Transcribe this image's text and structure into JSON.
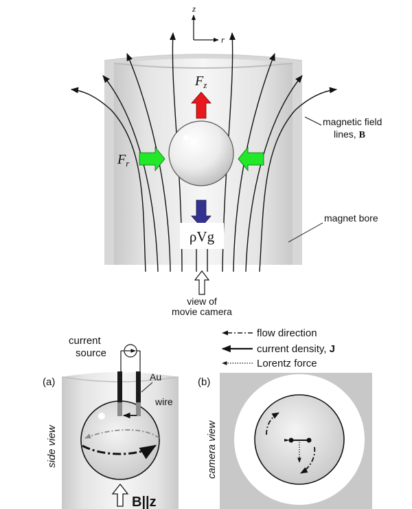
{
  "axes": {
    "z_label": "z",
    "r_label": "r"
  },
  "forces": {
    "fz_main": "F",
    "fz_sub": "z",
    "fr_main": "F",
    "fr_sub": "r",
    "gravity": "ρVg"
  },
  "labels": {
    "field_lines_1": "magnetic field",
    "field_lines_2": "lines, ",
    "field_lines_bold": "B",
    "magnet_bore": "magnet bore",
    "camera_1": "view of",
    "camera_2": "movie camera"
  },
  "legend": {
    "flow": "flow direction",
    "current": "current density, ",
    "current_bold": "J",
    "lorentz": "Lorentz force"
  },
  "panel_a": {
    "tag": "(a)",
    "source_1": "current",
    "source_2": "source",
    "wire_1": "Au",
    "wire_2": "wire",
    "side": "side view",
    "field": "B||z"
  },
  "panel_b": {
    "tag": "(b)",
    "camera": "camera view"
  },
  "colors": {
    "fz_arrow": "#e8191c",
    "fr_arrow": "#22e82a",
    "gravity_arrow": "#33338f",
    "bore_fill": "#e4e4e4",
    "panel_b_bg": "#c8c8c8"
  }
}
